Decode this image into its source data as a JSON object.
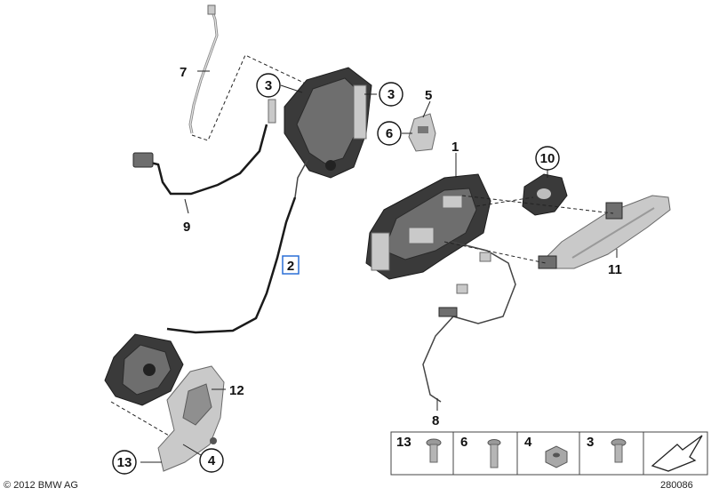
{
  "callouts": {
    "c1": "1",
    "c2": "2",
    "c3a": "3",
    "c3b": "3",
    "c4": "4",
    "c5": "5",
    "c6": "6",
    "c7": "7",
    "c8": "8",
    "c9": "9",
    "c10": "10",
    "c11": "11",
    "c12": "12",
    "c13": "13"
  },
  "legend": {
    "item1": "13",
    "item2": "6",
    "item3": "4",
    "item4": "3"
  },
  "footer": {
    "copyright": "© 2012 BMW AG",
    "diagram_id": "280086"
  },
  "colors": {
    "highlight": "#2a6fd6"
  }
}
